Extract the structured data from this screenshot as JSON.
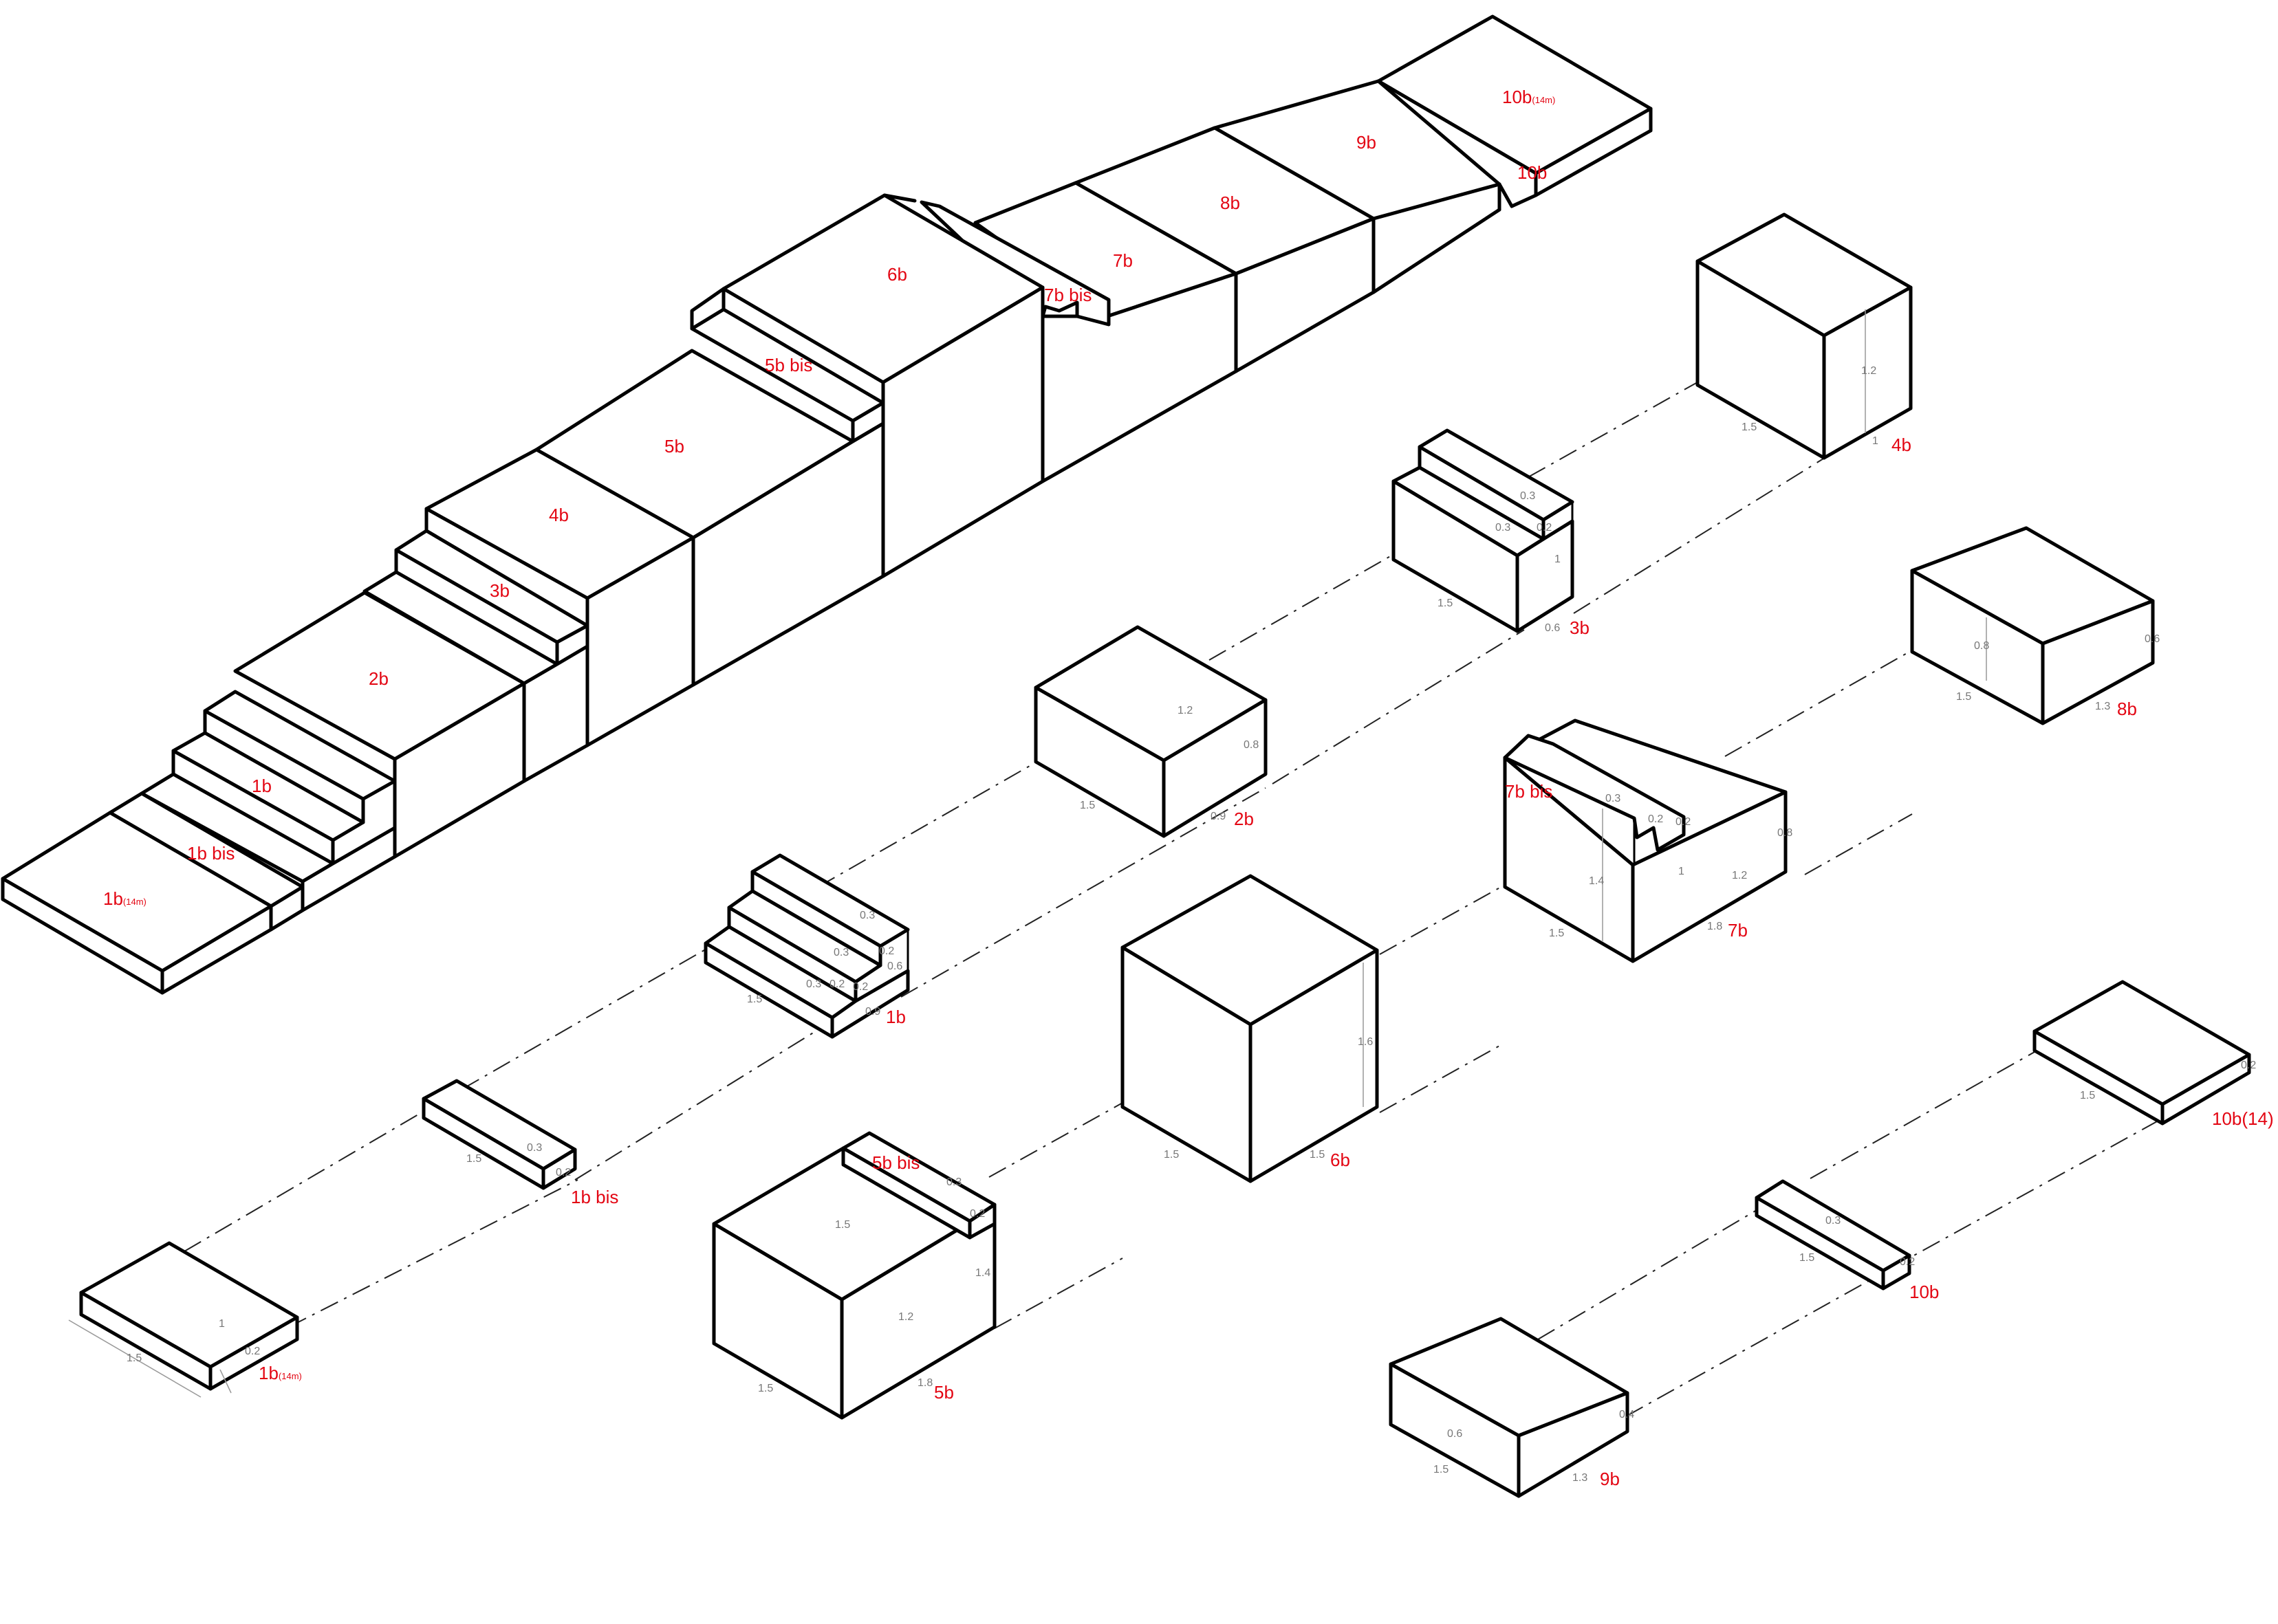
{
  "assembly": {
    "labels": {
      "1b14": "1b",
      "1b14_sub": "(14m)",
      "1bbis": "1b bis",
      "1b": "1b",
      "2b": "2b",
      "3b": "3b",
      "4b": "4b",
      "5b": "5b",
      "5bbis": "5b bis",
      "6b": "6b",
      "7bbis": "7b bis",
      "7b": "7b",
      "8b": "8b",
      "9b": "9b",
      "10b": "10b",
      "10b14": "10b",
      "10b14_sub": "(14m)"
    }
  },
  "pieces": {
    "p1b14": {
      "label": "1b",
      "label_sub": "(14m)",
      "dims": [
        "1.5",
        "1",
        "0.2"
      ]
    },
    "p1bbis": {
      "label": "1b bis",
      "dims": [
        "1.5",
        "0.3",
        "0.2"
      ]
    },
    "p1b": {
      "label": "1b",
      "dims": [
        "1.5",
        "0.3",
        "0.2",
        "0.3",
        "0.2",
        "0.3",
        "0.2",
        "0.6",
        "0.9"
      ]
    },
    "p2b": {
      "label": "2b",
      "dims": [
        "1.2",
        "0.8",
        "1.5",
        "0.9"
      ]
    },
    "p3b": {
      "label": "3b",
      "dims": [
        "0.3",
        "0.3",
        "0.2",
        "1",
        "1.5",
        "0.6"
      ]
    },
    "p4b": {
      "label": "4b",
      "dims": [
        "1.2",
        "1.5",
        "1"
      ]
    },
    "p5b": {
      "label": "5b",
      "dims": [
        "1.5",
        "1.4",
        "1.2",
        "1.5",
        "1.8"
      ]
    },
    "p5bbis": {
      "label": "5b bis",
      "dims": [
        "0.3",
        "0.2"
      ]
    },
    "p6b": {
      "label": "6b",
      "dims": [
        "1.6",
        "1.5",
        "1.5"
      ]
    },
    "p7b": {
      "label": "7b",
      "dims": [
        "1.4",
        "1",
        "0.8",
        "1.2",
        "1.5",
        "1.8"
      ]
    },
    "p7bbis": {
      "label": "7b bis",
      "dims": [
        "0.3",
        "0.2",
        "0.2"
      ]
    },
    "p8b": {
      "label": "8b",
      "dims": [
        "0.8",
        "0.6",
        "1.5",
        "1.3"
      ]
    },
    "p9b": {
      "label": "9b",
      "dims": [
        "0.6",
        "0.4",
        "1.5",
        "1.3"
      ]
    },
    "p10b": {
      "label": "10b",
      "dims": [
        "0.3",
        "1.5",
        "0.2"
      ]
    },
    "p10b14": {
      "label": "10b(14)",
      "dims": [
        "1.5",
        "0.2"
      ]
    }
  }
}
